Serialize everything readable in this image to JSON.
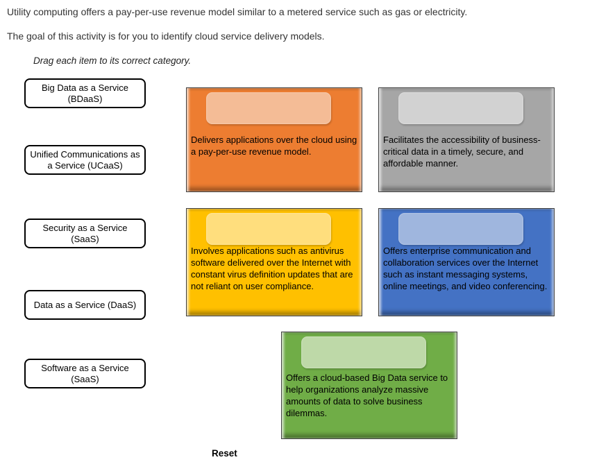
{
  "intro": {
    "line1": "Utility computing offers a pay-per-use revenue model similar to a metered service such as gas or electricity.",
    "line2": "The goal of this activity is for you to identify cloud service delivery models.",
    "instruction": "Drag each item to its correct category."
  },
  "drag_items": [
    {
      "label": "Big Data as a Service (BDaaS)"
    },
    {
      "label": "Unified Communications as a Service (UCaaS)"
    },
    {
      "label": "Security as a Service (SaaS)"
    },
    {
      "label": "Data as a Service (DaaS)"
    },
    {
      "label": "Software as a Service (SaaS)"
    }
  ],
  "categories": [
    {
      "name": "orange",
      "color": "#ED7D31",
      "drop_color": "#F4BC96",
      "description": "Delivers applications over the cloud using a pay-per-use revenue model."
    },
    {
      "name": "gray",
      "color": "#A6A6A6",
      "drop_color": "#D2D2D2",
      "description": "Facilitates the accessibility of business-critical data in a timely, secure, and affordable manner."
    },
    {
      "name": "gold",
      "color": "#FFC000",
      "drop_color": "#FFDE7D",
      "description": "Involves applications such as antivirus software delivered over the Internet with constant virus definition updates that are not reliant on user compliance."
    },
    {
      "name": "blue",
      "color": "#4472C4",
      "drop_color": "#9FB6DE",
      "description": "Offers enterprise communication and collaboration services over the Internet such as instant messaging systems, online meetings, and video conferencing."
    },
    {
      "name": "green",
      "color": "#70AD47",
      "drop_color": "#BED9A8",
      "description": "Offers a cloud-based Big Data service to help organizations analyze massive amounts of data to solve business dilemmas."
    }
  ],
  "reset_label": "Reset"
}
